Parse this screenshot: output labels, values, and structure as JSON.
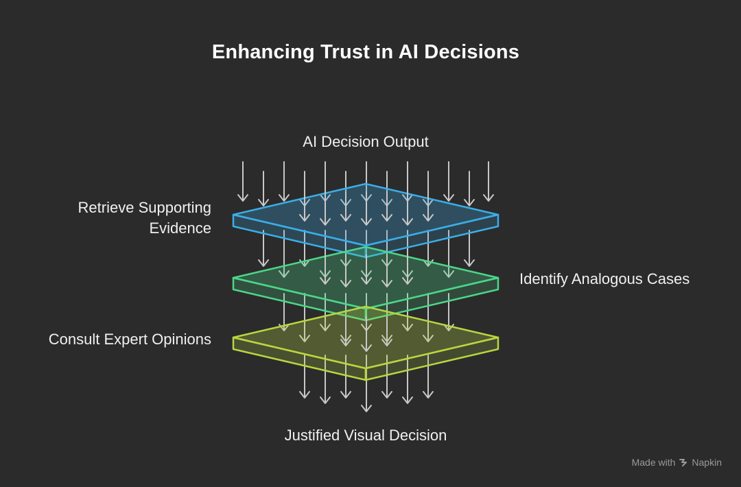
{
  "title": "Enhancing Trust in AI Decisions",
  "input_label": "AI Decision Output",
  "output_label": "Justified Visual Decision",
  "layers": [
    {
      "line1": "Retrieve Supporting",
      "line2": "Evidence",
      "color": "#3aaee8"
    },
    {
      "line1": "Identify Analogous Cases",
      "line2": "",
      "color": "#4cd68a"
    },
    {
      "line1": "Consult Expert Opinions",
      "line2": "",
      "color": "#b8d640"
    }
  ],
  "footer": {
    "made_with": "Made with",
    "brand": "Napkin",
    "brand_icon": "napkin-logo-icon"
  }
}
